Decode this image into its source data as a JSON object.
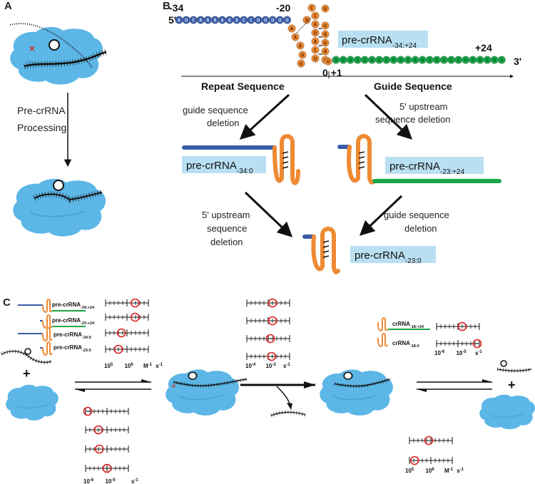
{
  "panel_labels": {
    "a": "A",
    "b": "B",
    "c": "C"
  },
  "panel_a": {
    "process_label_line1": "Pre-crRNA",
    "process_label_line2": "Processing"
  },
  "panel_b": {
    "pos_left": "-34",
    "pos_hairpin": "-20",
    "pos_right": "+24",
    "end_5": "5'",
    "end_3": "3'",
    "zero_one": "0 +1",
    "blue_seq": "GUCAAAAGACCUUUUU",
    "green_seq": "GUGAUAAGUGGAAUGCCAUGUGGA",
    "hairpin_left": [
      "A",
      "A",
      "A",
      "U",
      "U"
    ],
    "hairpin_mid": [
      "C",
      "A",
      "U",
      "A",
      "C",
      "U"
    ],
    "hairpin_right": [
      "U",
      "G",
      "U",
      "A",
      "G"
    ],
    "hairpin_top": [
      "C",
      "U"
    ],
    "full_label": {
      "main": "pre-crRNA",
      "sub": "-34:+24"
    },
    "repeat_label": "Repeat Sequence",
    "guide_label": "Guide Sequence",
    "left_arrow_label_1": "guide sequence",
    "left_arrow_label_2": "deletion",
    "right_arrow_label_1": "5' upstream",
    "right_arrow_label_2": "sequence deletion",
    "label_34_0": {
      "main": "pre-crRNA",
      "sub": "-34:0"
    },
    "label_23_24": {
      "main": "pre-crRNA",
      "sub": "-23:+24"
    },
    "bottom_left_1": "5' upstream",
    "bottom_left_2": "sequence",
    "bottom_left_3": "deletion",
    "bottom_right_1": "guide sequence",
    "bottom_right_2": "deletion",
    "label_23_0": {
      "main": "pre-crRNA",
      "sub": "-23:0"
    }
  },
  "panel_c": {
    "legend": [
      {
        "main": "pre-crRNA",
        "sub": "-34:+24"
      },
      {
        "main": "pre-crRNA",
        "sub": "-23:+24"
      },
      {
        "main": "pre-crRNA",
        "sub": "-34:0"
      },
      {
        "main": "pre-crRNA",
        "sub": "-23:0"
      }
    ],
    "legend_right": [
      {
        "main": "crRNA",
        "sub": "-18:+24"
      },
      {
        "main": "crRNA",
        "sub": "-18:0"
      }
    ],
    "plus": "+",
    "scale_kon_ticks": {
      "a": "10",
      "a_exp": "5",
      "b": "10",
      "b_exp": "6",
      "unit": "M",
      "unit_exp": "-1",
      "s": "s",
      "s_exp": "-1"
    },
    "scale_koff_ticks": {
      "a": "10",
      "a_exp": "-6",
      "b": "10",
      "b_exp": "-5",
      "s": "s",
      "s_exp": "-1"
    },
    "scale_kcat_ticks": {
      "a": "10",
      "a_exp": "-4",
      "b": "10",
      "b_exp": "-3",
      "s": "s",
      "s_exp": "-1"
    },
    "scale_prod_koff_ticks": {
      "a": "10",
      "a_exp": "-6",
      "b": "10",
      "b_exp": "-5",
      "s": "s",
      "s_exp": "-1"
    },
    "scale_prod_kon_ticks": {
      "a": "10",
      "a_exp": "5",
      "b": "10",
      "b_exp": "6",
      "unit": "M",
      "unit_exp": "-1",
      "s": "s",
      "s_exp": "-1"
    },
    "kon_positions": [
      0.69,
      0.69,
      0.37,
      0.3
    ],
    "koff_positions": [
      0.05,
      0.3,
      0.32,
      0.5
    ],
    "kcat_positions": [
      0.6,
      0.6,
      0.55,
      0.58
    ],
    "prod_koff_positions": [
      0.6,
      0.95
    ],
    "prod_kon_positions": [
      0.45,
      0.12
    ]
  },
  "colors": {
    "blue_rna": "#3a5ca8",
    "green_rna": "#1aa64a",
    "orange_rna": "#ee8a33",
    "protein": "#5cb6e6",
    "label_bg": "#b9dff2",
    "circle": "#dd1e1e"
  }
}
